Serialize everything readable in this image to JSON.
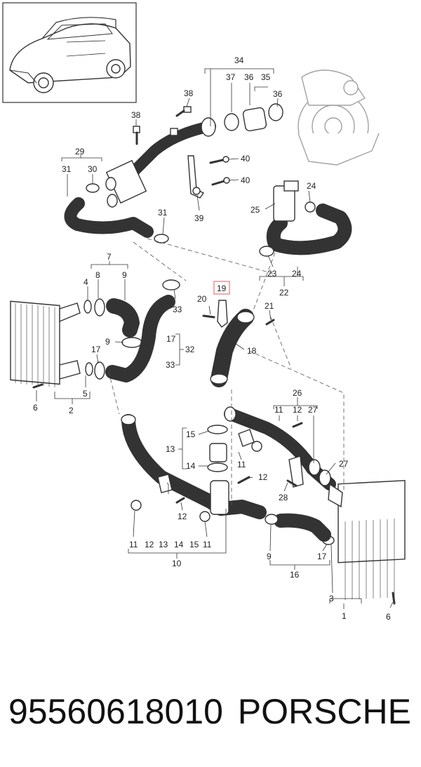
{
  "callouts": {
    "c1": "1",
    "c2": "2",
    "c3": "3",
    "c4": "4",
    "c5": "5",
    "c6a": "6",
    "c6b": "6",
    "c7": "7",
    "c8": "8",
    "c9a": "9",
    "c9b": "9",
    "c9c": "9",
    "c10": "10",
    "c11a": "11",
    "c11b": "11",
    "c11c": "11",
    "c11d": "11",
    "c12a": "12",
    "c12b": "12",
    "c12c": "12",
    "c12d": "12",
    "c13a": "13",
    "c13b": "13",
    "c14a": "14",
    "c14b": "14",
    "c15a": "15",
    "c15b": "15",
    "c16": "16",
    "c17a": "17",
    "c17b": "17",
    "c17c": "17",
    "c18": "18",
    "c19": "19",
    "c20": "20",
    "c21": "21",
    "c22": "22",
    "c23": "23",
    "c24a": "24",
    "c24b": "24",
    "c25": "25",
    "c26": "26",
    "c27a": "27",
    "c27b": "27",
    "c28": "28",
    "c29": "29",
    "c30": "30",
    "c31a": "31",
    "c31b": "31",
    "c32": "32",
    "c33a": "33",
    "c33b": "33",
    "c34": "34",
    "c35": "35",
    "c36a": "36",
    "c36b": "36",
    "c37": "37",
    "c38a": "38",
    "c38b": "38",
    "c39": "39",
    "c40a": "40",
    "c40b": "40"
  },
  "footer": {
    "part_number": "95560618010",
    "brand": "PORSCHE"
  },
  "colors": {
    "highlight": "#e98a8a",
    "line": "#333333"
  }
}
